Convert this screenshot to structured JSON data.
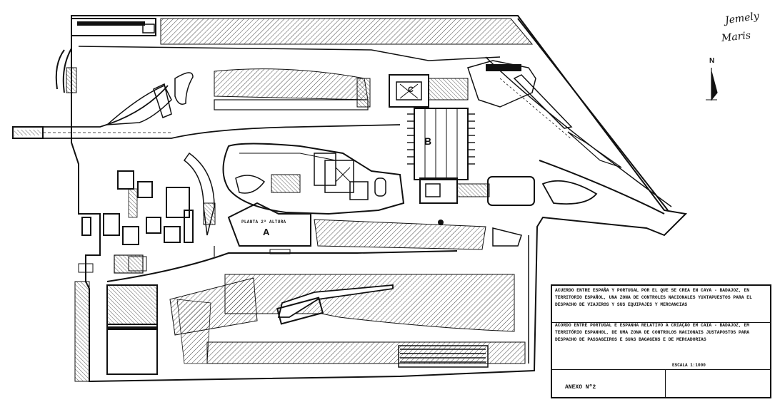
{
  "title_legend": {
    "spanish_text": "ACUERDO ENTRE ESPAÑA Y PORTUGAL POR EL QUE SE CREA EN CAYA - BADAJOZ, EN TERRITORIO ESPAÑOL, UNA ZONA DE CONTROLES NACIONALES YUXTAPUESTOS PARA EL DESPACHO DE VIAJEROS Y SUS EQUIPAJES Y MERCANCIAS",
    "portuguese_text": "ACORDO ENTRE PORTUGAL E ESPANHA RELATIVO A CRIAÇÃO EM CAIA - BADAJOZ, EM TERRITÓRIO ESPANHOL, DE UMA ZONA DE CONTROLOS NACIONAIS JUSTAPOSTOS PARA DESPACHO DE PASSAGEIROS E SUAS BAGAGENS E DE MERCADORIAS",
    "annex_label": "ANEXO Nº2",
    "scale_label": "ESCALA 1:1000"
  },
  "area_labels": {
    "A": "A",
    "B": "B",
    "C": "C",
    "planta": "PLANTA 2ª ALTURA"
  },
  "north_label": "N",
  "signature_text": [
    "Jemely",
    "Maris"
  ]
}
